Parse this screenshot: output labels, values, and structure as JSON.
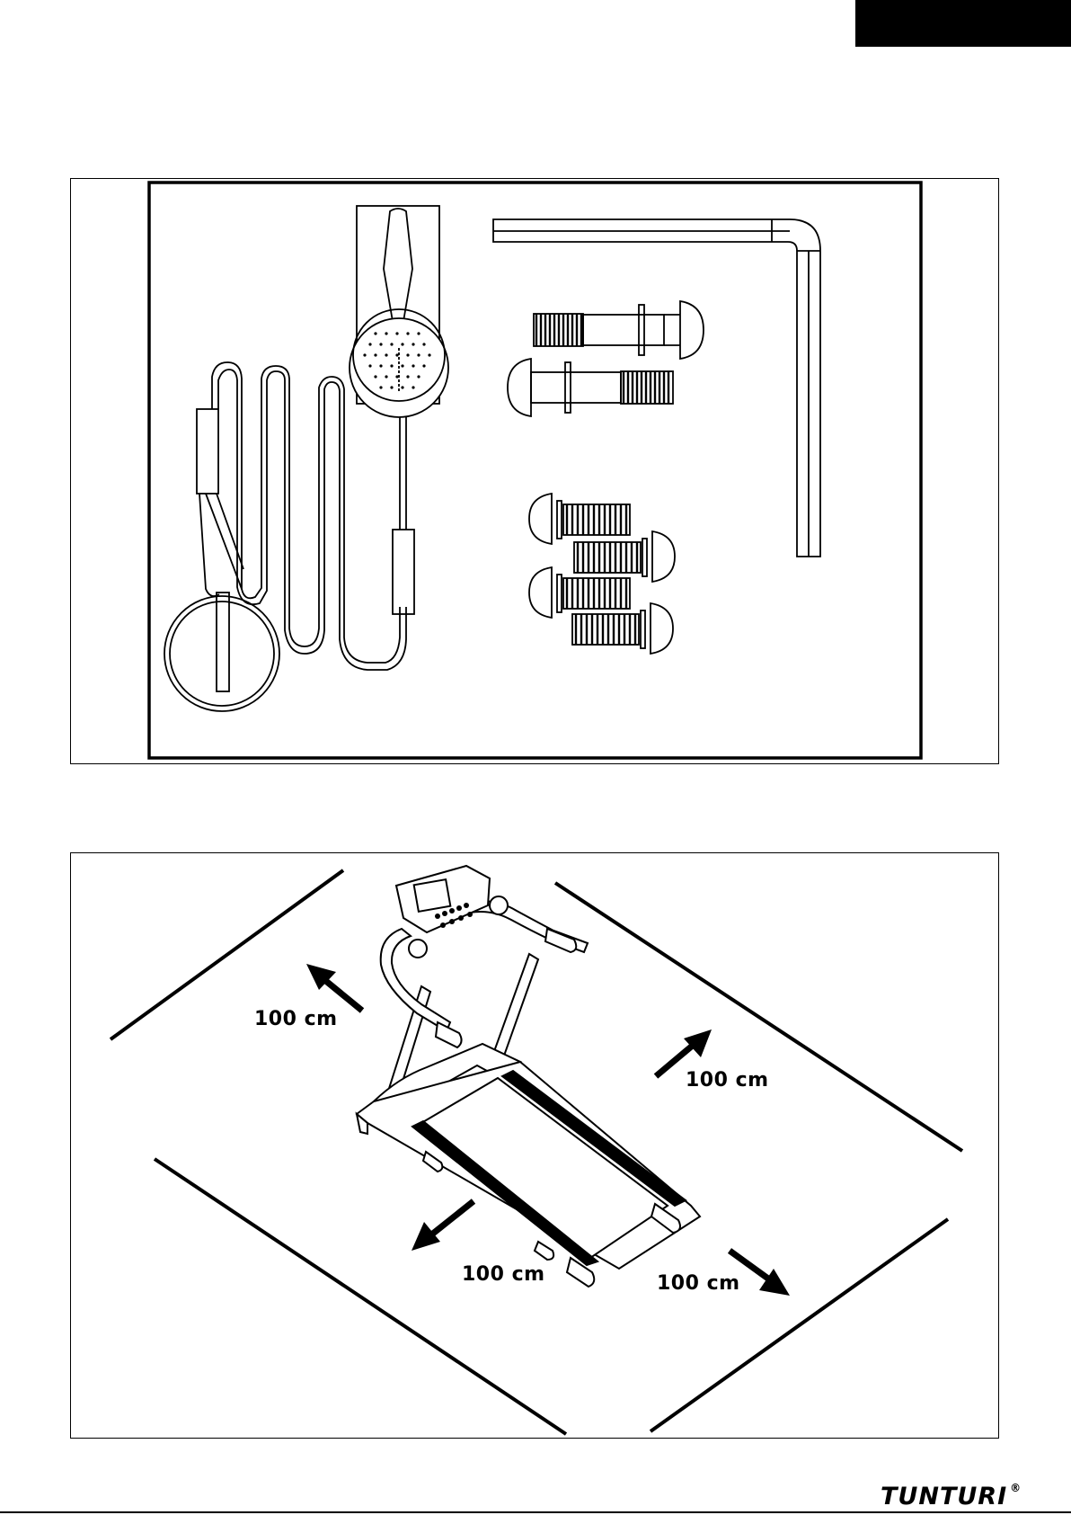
{
  "header": {
    "tab_color": "#000000"
  },
  "parts_panel": {
    "icons": [
      "safety-key-icon",
      "screwdriver-icon",
      "allen-key-icon",
      "long-bolt-icon",
      "short-bolt-icon"
    ]
  },
  "clearance_panel": {
    "labels": [
      "100 cm",
      "100 cm",
      "100 cm",
      "100 cm"
    ],
    "icons": [
      "treadmill-icon",
      "arrow-icon"
    ]
  },
  "footer": {
    "brand": "TUNTURI",
    "registered_mark": "®"
  }
}
